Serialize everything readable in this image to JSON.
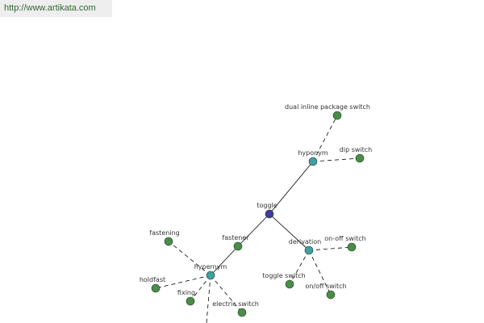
{
  "header": {
    "url": "http://www.artikata.com"
  },
  "graph": {
    "colors": {
      "root": "#3d3d99",
      "relation": "#3f9fa4",
      "leaf": "#4a8c4a",
      "edge": "#000000"
    },
    "nodes": [
      {
        "id": "toggle",
        "label": "toggle",
        "kind": "root"
      },
      {
        "id": "hyponym",
        "label": "hyponym",
        "kind": "relation"
      },
      {
        "id": "derivation",
        "label": "derivation",
        "kind": "relation"
      },
      {
        "id": "hypernym",
        "label": "hypernym",
        "kind": "relation"
      },
      {
        "id": "fastener",
        "label": "fastener",
        "kind": "leaf"
      },
      {
        "id": "dual-inline-package-switch",
        "label": "dual inline package switch",
        "kind": "leaf"
      },
      {
        "id": "dip-switch",
        "label": "dip switch",
        "kind": "leaf"
      },
      {
        "id": "on-off-switch",
        "label": "on-off switch",
        "kind": "leaf"
      },
      {
        "id": "toggle-switch",
        "label": "toggle switch",
        "kind": "leaf"
      },
      {
        "id": "on-slash-off-switch",
        "label": "on/off switch",
        "kind": "leaf"
      },
      {
        "id": "fastening",
        "label": "fastening",
        "kind": "leaf"
      },
      {
        "id": "holdfast",
        "label": "holdfast",
        "kind": "leaf"
      },
      {
        "id": "fixing",
        "label": "fixing",
        "kind": "leaf"
      },
      {
        "id": "electric-switch",
        "label": "electric switch",
        "kind": "leaf"
      }
    ],
    "edges": [
      {
        "from": "toggle",
        "to": "hyponym",
        "style": "solid"
      },
      {
        "from": "toggle",
        "to": "derivation",
        "style": "solid"
      },
      {
        "from": "toggle",
        "to": "fastener",
        "style": "solid"
      },
      {
        "from": "fastener",
        "to": "hypernym",
        "style": "solid"
      },
      {
        "from": "hyponym",
        "to": "dual-inline-package-switch",
        "style": "dashed"
      },
      {
        "from": "hyponym",
        "to": "dip-switch",
        "style": "dashed"
      },
      {
        "from": "derivation",
        "to": "on-off-switch",
        "style": "dashed"
      },
      {
        "from": "derivation",
        "to": "toggle-switch",
        "style": "dashed"
      },
      {
        "from": "derivation",
        "to": "on-slash-off-switch",
        "style": "dashed"
      },
      {
        "from": "hypernym",
        "to": "fastening",
        "style": "dashed"
      },
      {
        "from": "hypernym",
        "to": "holdfast",
        "style": "dashed"
      },
      {
        "from": "hypernym",
        "to": "fixing",
        "style": "dashed"
      },
      {
        "from": "hypernym",
        "to": "electric-switch",
        "style": "dashed"
      },
      {
        "from": "hypernym",
        "to": "offscreen-below",
        "style": "dashed"
      }
    ]
  }
}
